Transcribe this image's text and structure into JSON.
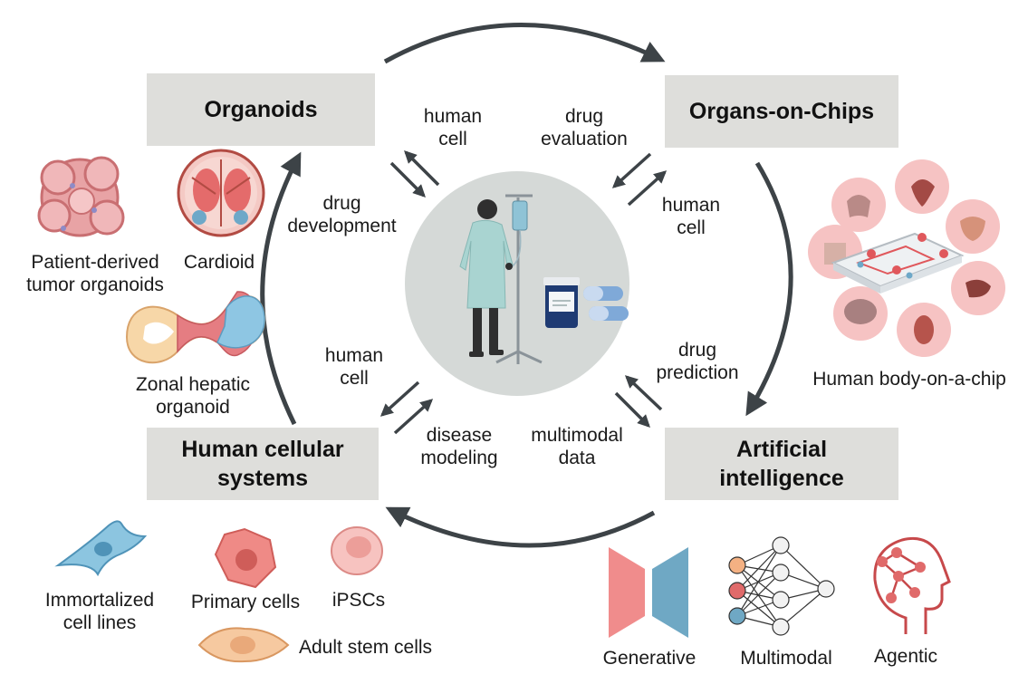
{
  "boxes": {
    "organoids": "Organoids",
    "organs_on_chips": "Organs-on-Chips",
    "human_cellular_systems_l1": "Human cellular",
    "human_cellular_systems_l2": "systems",
    "artificial_intelligence_l1": "Artificial",
    "artificial_intelligence_l2": "intelligence"
  },
  "flows": {
    "tl_human_cell_l1": "human",
    "tl_human_cell_l2": "cell",
    "tl_drug_dev_l1": "drug",
    "tl_drug_dev_l2": "development",
    "tr_drug_eval_l1": "drug",
    "tr_drug_eval_l2": "evaluation",
    "tr_human_cell_l1": "human",
    "tr_human_cell_l2": "cell",
    "bl_human_cell_l1": "human",
    "bl_human_cell_l2": "cell",
    "bl_disease_l1": "disease",
    "bl_disease_l2": "modeling",
    "br_drug_pred_l1": "drug",
    "br_drug_pred_l2": "prediction",
    "br_multimodal_l1": "multimodal",
    "br_multimodal_l2": "data"
  },
  "organoids": {
    "patient_l1": "Patient-derived",
    "patient_l2": "tumor organoids",
    "cardioid": "Cardioid",
    "zonal_l1": "Zonal hepatic",
    "zonal_l2": "organoid"
  },
  "chips": {
    "body_on_chip": "Human body-on-a-chip"
  },
  "cells": {
    "immortalized_l1": "Immortalized",
    "immortalized_l2": "cell lines",
    "primary": "Primary cells",
    "ipscs": "iPSCs",
    "adult_stem": "Adult stem cells"
  },
  "ai": {
    "generative": "Generative",
    "multimodal": "Multimodal",
    "agentic": "Agentic"
  },
  "colors": {
    "box_bg": "#dededb",
    "arrow": "#3d4347",
    "pink": "#f3b9b9",
    "red": "#d9534f",
    "blue": "#6ea8c8",
    "center_circle": "#d5d9d7"
  }
}
